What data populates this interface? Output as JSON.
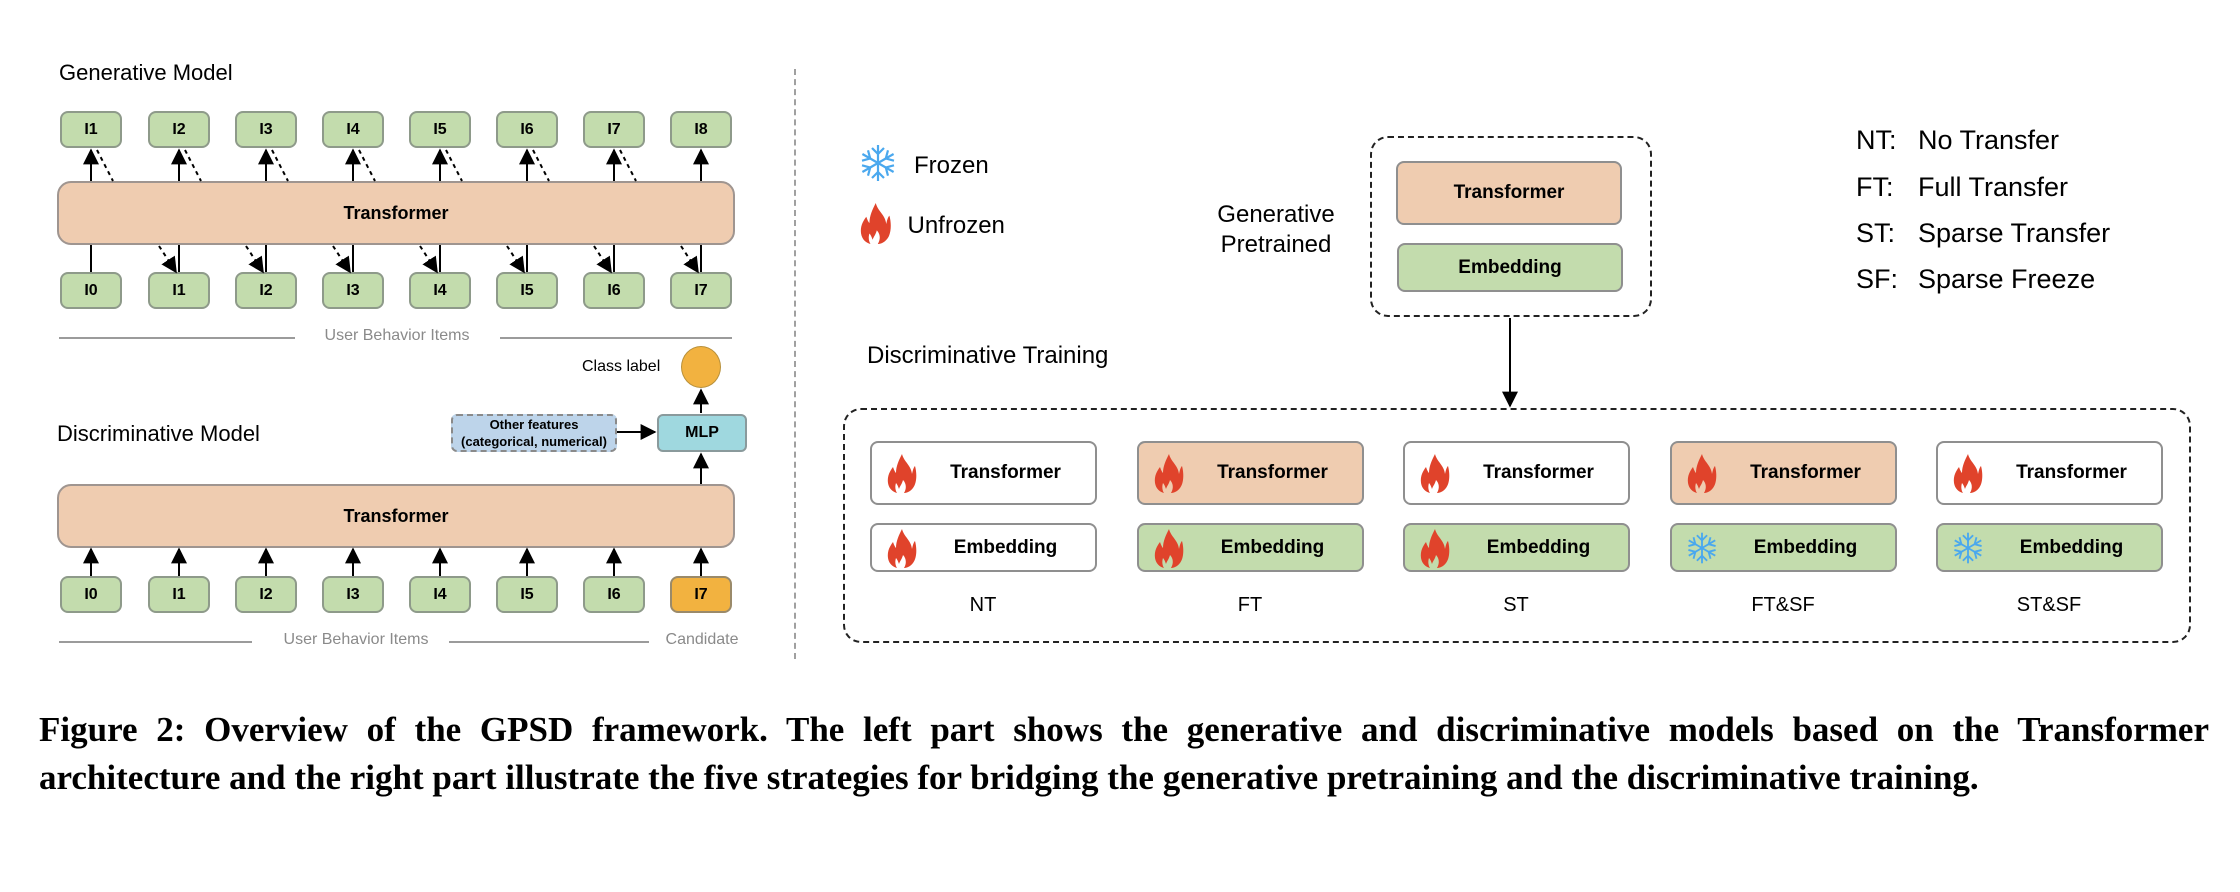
{
  "generative_model": {
    "title": "Generative Model",
    "output_items": [
      "I1",
      "I2",
      "I3",
      "I4",
      "I5",
      "I6",
      "I7",
      "I8"
    ],
    "input_items": [
      "I0",
      "I1",
      "I2",
      "I3",
      "I4",
      "I5",
      "I6",
      "I7"
    ],
    "transformer_label": "Transformer",
    "sequence_label": "User Behavior Items"
  },
  "discriminative_model": {
    "title": "Discriminative Model",
    "input_items": [
      "I0",
      "I1",
      "I2",
      "I3",
      "I4",
      "I5",
      "I6"
    ],
    "candidate_item": "I7",
    "transformer_label": "Transformer",
    "other_features_line1": "Other features",
    "other_features_line2": "(categorical, numerical)",
    "mlp_label": "MLP",
    "class_label": "Class label",
    "sequence_label": "User Behavior Items",
    "candidate_label": "Candidate"
  },
  "legend": {
    "frozen": {
      "icon": "snowflake-icon",
      "label": "Frozen"
    },
    "unfrozen": {
      "icon": "flame-icon",
      "label": "Unfrozen"
    }
  },
  "generative_pretrained": {
    "label_line1": "Generative",
    "label_line2": "Pretrained",
    "transformer_label": "Transformer",
    "embedding_label": "Embedding"
  },
  "abbreviations": [
    {
      "key": "NT:",
      "value": "No Transfer"
    },
    {
      "key": "FT:",
      "value": "Full Transfer"
    },
    {
      "key": "ST:",
      "value": "Sparse Transfer"
    },
    {
      "key": "SF:",
      "value": "Sparse Freeze"
    }
  ],
  "discriminative_training": {
    "title": "Discriminative Training",
    "strategies": [
      {
        "name": "NT",
        "transformer": {
          "label": "Transformer",
          "state": "unfrozen",
          "pretrained": false
        },
        "embedding": {
          "label": "Embedding",
          "state": "unfrozen",
          "pretrained": false
        }
      },
      {
        "name": "FT",
        "transformer": {
          "label": "Transformer",
          "state": "unfrozen",
          "pretrained": true
        },
        "embedding": {
          "label": "Embedding",
          "state": "unfrozen",
          "pretrained": true
        }
      },
      {
        "name": "ST",
        "transformer": {
          "label": "Transformer",
          "state": "unfrozen",
          "pretrained": false
        },
        "embedding": {
          "label": "Embedding",
          "state": "unfrozen",
          "pretrained": true
        }
      },
      {
        "name": "FT&SF",
        "transformer": {
          "label": "Transformer",
          "state": "unfrozen",
          "pretrained": true
        },
        "embedding": {
          "label": "Embedding",
          "state": "frozen",
          "pretrained": true
        }
      },
      {
        "name": "ST&SF",
        "transformer": {
          "label": "Transformer",
          "state": "unfrozen",
          "pretrained": false
        },
        "embedding": {
          "label": "Embedding",
          "state": "frozen",
          "pretrained": true
        }
      }
    ]
  },
  "colors": {
    "item_green": "#c3dcad",
    "transformer_peach": "#efccb0",
    "candidate_orange": "#f2b240",
    "mlp_cyan": "#9fd8df",
    "other_features_blue": "#bdd4ea",
    "flame_red": "#e0432b",
    "snowflake_blue": "#4aa8ee"
  },
  "caption": "Figure 2: Overview of the GPSD framework. The left part shows the generative and discriminative models based on the Transformer architecture and the right part illustrate the five strategies for bridging the generative pretraining and the discriminative training."
}
